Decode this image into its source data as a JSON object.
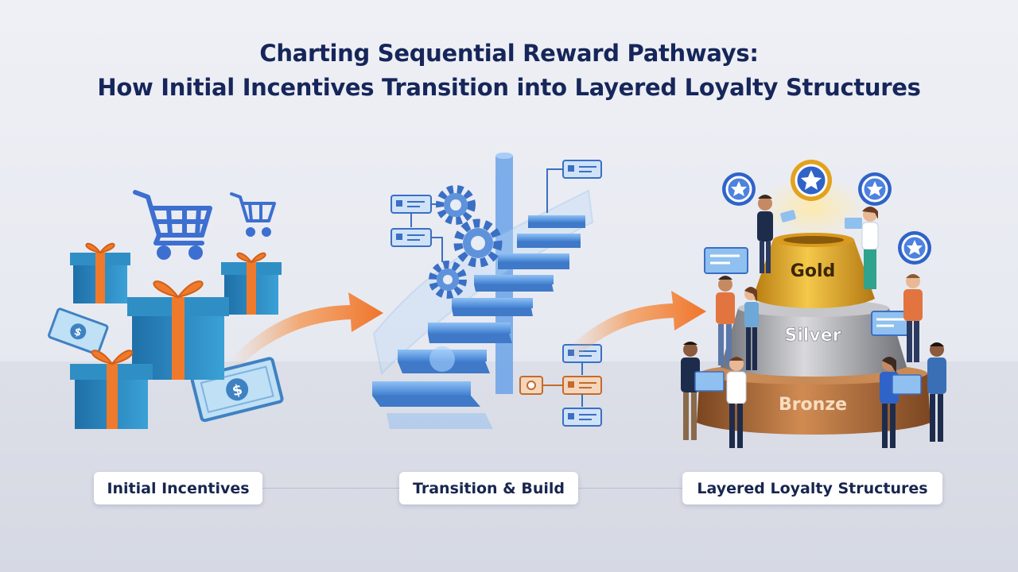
{
  "title": {
    "line1": "Charting Sequential Reward Pathways:",
    "line2": "How Initial Incentives Transition into Layered Loyalty Structures"
  },
  "stages": [
    {
      "label": "Initial Incentives"
    },
    {
      "label": "Transition & Build"
    },
    {
      "label": "Layered Loyalty Structures"
    }
  ],
  "tiers": {
    "gold": "Gold",
    "silver": "Silver",
    "bronze": "Bronze"
  },
  "colors": {
    "title": "#16265a",
    "gift_blue": "#2f8fc4",
    "ribbon_orange": "#f07a2b",
    "arrow_orange": "#f3843a",
    "stair_blue": "#4f8fde",
    "gold": "#e3a21d",
    "silver": "#a9a9ad",
    "bronze": "#b9763f",
    "badge_blue": "#2f63c8"
  },
  "icons": [
    "shopping-cart-icon",
    "gift-box-icon",
    "dollar-bill-icon",
    "gear-icon",
    "flowchart-node-icon",
    "star-badge-icon",
    "arrow-right-icon"
  ]
}
